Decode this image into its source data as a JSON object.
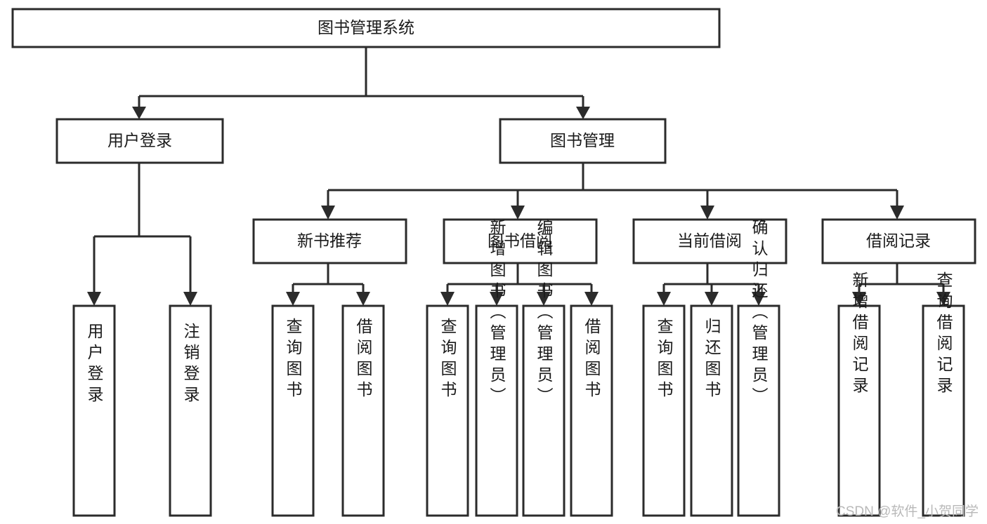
{
  "diagram": {
    "type": "tree-hierarchy",
    "title": "图书管理系统",
    "orientation": "top-down",
    "watermark": "CSDN @软件_小贺同学",
    "theme": {
      "background": "#ffffff",
      "box_fill": "#ffffff",
      "box_stroke": "#2b2b2b",
      "connector": "#2b2b2b",
      "text": "#1a1a1a",
      "watermark_color": "#b9b9b9"
    },
    "levels": [
      {
        "level": 1,
        "nodes": [
          {
            "id": "root",
            "label": "图书管理系统",
            "orient": "horizontal"
          }
        ]
      },
      {
        "level": 2,
        "nodes": [
          {
            "id": "login",
            "label": "用户登录",
            "orient": "horizontal",
            "parent": "root"
          },
          {
            "id": "bookmgmt",
            "label": "图书管理",
            "orient": "horizontal",
            "parent": "root"
          }
        ]
      },
      {
        "level": 3,
        "nodes": [
          {
            "id": "newbook",
            "label": "新书推荐",
            "orient": "horizontal",
            "parent": "bookmgmt"
          },
          {
            "id": "borrow",
            "label": "图书借阅",
            "orient": "horizontal",
            "parent": "bookmgmt"
          },
          {
            "id": "current",
            "label": "当前借阅",
            "orient": "horizontal",
            "parent": "bookmgmt"
          },
          {
            "id": "record",
            "label": "借阅记录",
            "orient": "horizontal",
            "parent": "bookmgmt"
          }
        ]
      },
      {
        "level": 4,
        "nodes": [
          {
            "id": "leaf-1",
            "label": "用户登录",
            "orient": "vertical",
            "parent": "login"
          },
          {
            "id": "leaf-2",
            "label": "注销登录",
            "orient": "vertical",
            "parent": "login"
          },
          {
            "id": "leaf-3",
            "label": "查询图书",
            "orient": "vertical",
            "parent": "newbook"
          },
          {
            "id": "leaf-4",
            "label": "借阅图书",
            "orient": "vertical",
            "parent": "newbook"
          },
          {
            "id": "leaf-5",
            "label": "查询图书",
            "orient": "vertical",
            "parent": "borrow"
          },
          {
            "id": "leaf-6",
            "label": "新增图书（管理员）",
            "orient": "vertical",
            "parent": "borrow"
          },
          {
            "id": "leaf-7",
            "label": "编辑图书（管理员）",
            "orient": "vertical",
            "parent": "borrow"
          },
          {
            "id": "leaf-8",
            "label": "借阅图书",
            "orient": "vertical",
            "parent": "borrow"
          },
          {
            "id": "leaf-9",
            "label": "查询图书",
            "orient": "vertical",
            "parent": "current"
          },
          {
            "id": "leaf-10",
            "label": "归还图书",
            "orient": "vertical",
            "parent": "current"
          },
          {
            "id": "leaf-11",
            "label": "确认归还（管理员）",
            "orient": "vertical",
            "parent": "current"
          },
          {
            "id": "leaf-12",
            "label": "新增借阅记录",
            "orient": "vertical",
            "parent": "record"
          },
          {
            "id": "leaf-13",
            "label": "查询借阅记录",
            "orient": "vertical",
            "parent": "record"
          }
        ]
      }
    ]
  }
}
